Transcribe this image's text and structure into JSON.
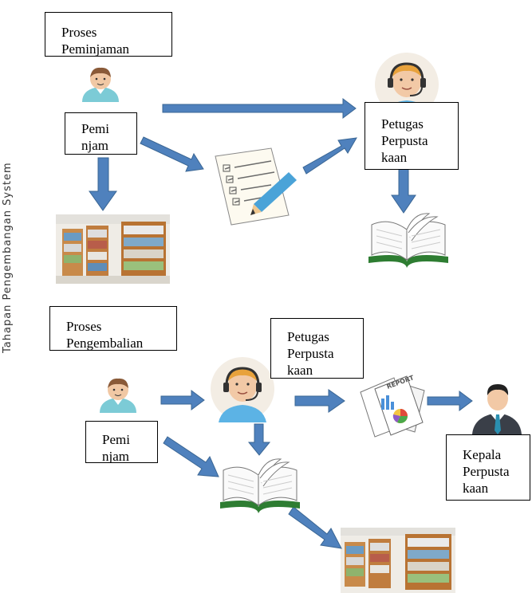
{
  "side_label": "Tahapan Pengembangan System",
  "section1": {
    "title": "Proses\nPeminjaman",
    "borrower": "Pemi\nnjam",
    "officer": "Petugas\nPerpusta\nkaan"
  },
  "section2": {
    "title": "Proses\nPengembalian",
    "officer": "Petugas\nPerpusta\nkaan",
    "borrower": "Pemi\nnjam",
    "head": "Kepala\nPerpusta\nkaan",
    "report_text": "REPORT"
  },
  "colors": {
    "arrow_fill": "#4f81bd",
    "arrow_stroke": "#3a6694",
    "shelf_wood": "#c88a4a",
    "book_cover": "#2e7d32"
  },
  "icons": [
    "person-icon",
    "operator-icon",
    "checklist-icon",
    "library-shelves-image",
    "open-book-icon",
    "report-icon",
    "manager-icon"
  ]
}
